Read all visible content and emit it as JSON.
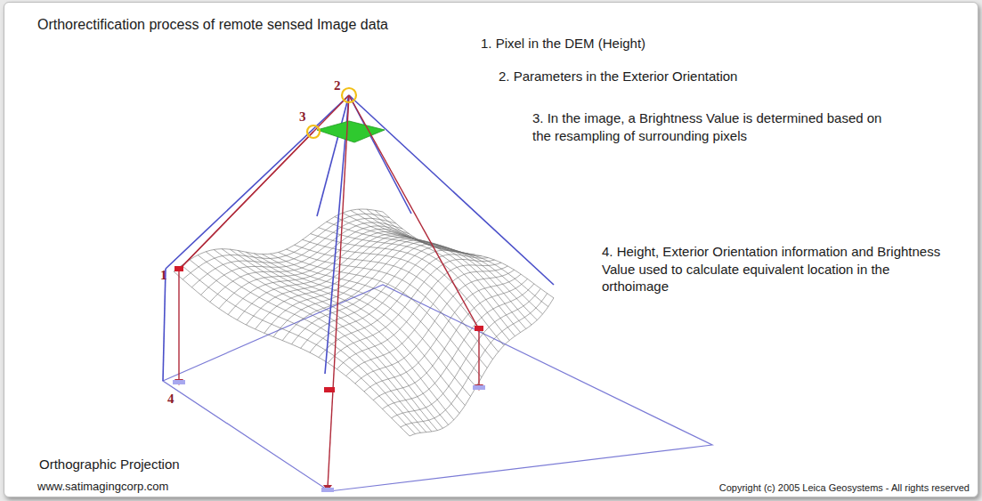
{
  "diagram": {
    "title": "Orthorectification process of remote sensed Image data",
    "labels": [
      "1. Pixel in the DEM (Height)",
      "2. Parameters in the Exterior Orientation",
      "3. In the image, a Brightness Value is determined based on the resampling of surrounding pixels",
      "4. Height, Exterior Orientation information and Brightness Value used to calculate equivalent location in the orthoimage",
      "2",
      "3",
      "1",
      "4",
      "Orthographic Projection",
      "www.satimagingcorp.com",
      "Copyright (c) 2005 Leica Geosystems - All rights reserved"
    ]
  }
}
